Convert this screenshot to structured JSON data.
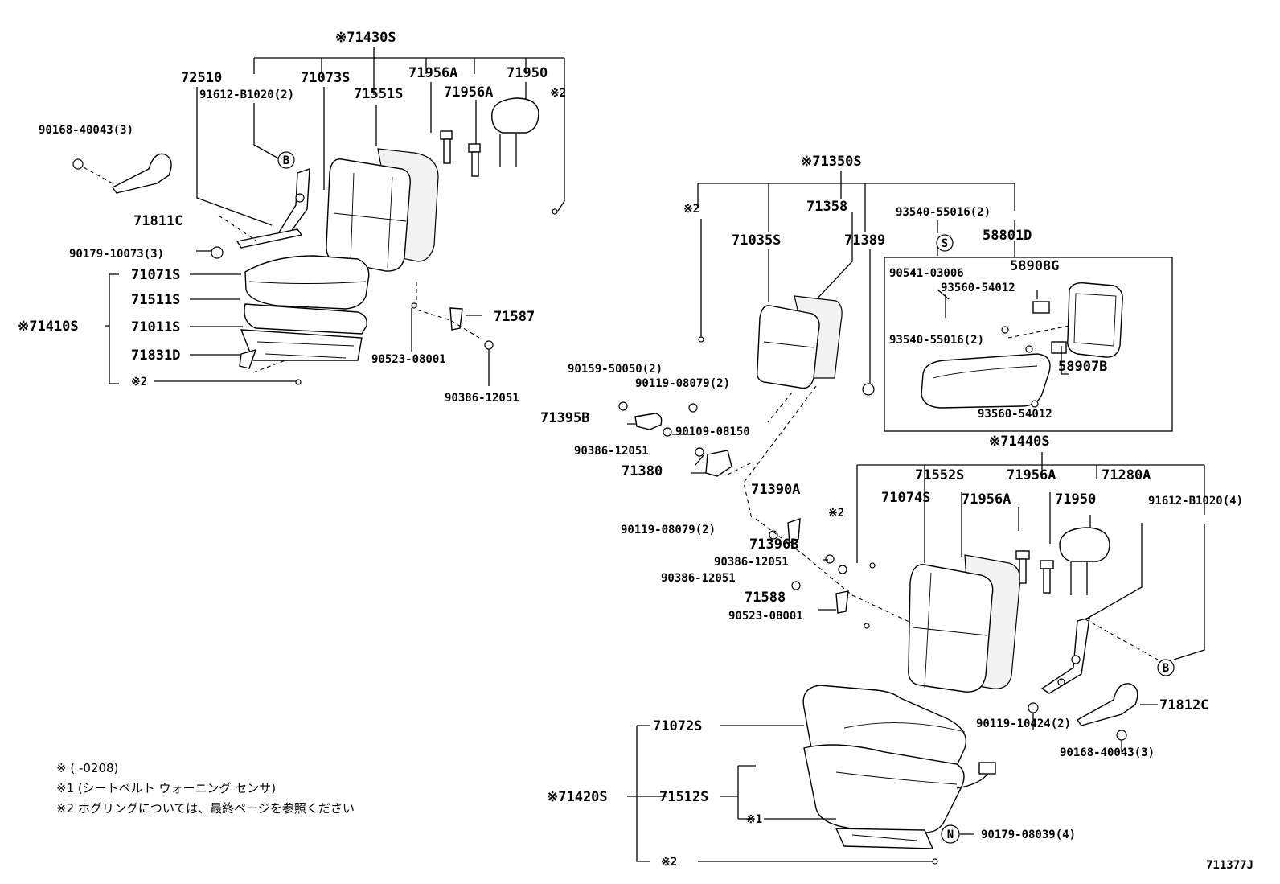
{
  "diagram": {
    "labels": [
      {
        "id": "l1",
        "text": "※71430S"
      },
      {
        "id": "l2",
        "text": "72510"
      },
      {
        "id": "l3",
        "text": "71073S"
      },
      {
        "id": "l4",
        "text": "71956A"
      },
      {
        "id": "l5",
        "text": "71950"
      },
      {
        "id": "l6",
        "text": "91612-B1020(2)"
      },
      {
        "id": "l7",
        "text": "71551S"
      },
      {
        "id": "l8",
        "text": "71956A"
      },
      {
        "id": "l9",
        "text": "※2"
      },
      {
        "id": "l10",
        "text": "90168-40043(3)"
      },
      {
        "id": "l11",
        "text": "71811C"
      },
      {
        "id": "l12",
        "text": "90179-10073(3)"
      },
      {
        "id": "l13",
        "text": "71071S"
      },
      {
        "id": "l14",
        "text": "71511S"
      },
      {
        "id": "l15",
        "text": "※71410S"
      },
      {
        "id": "l16",
        "text": "71011S"
      },
      {
        "id": "l17",
        "text": "71831D"
      },
      {
        "id": "l18",
        "text": "※2"
      },
      {
        "id": "l19",
        "text": "71587"
      },
      {
        "id": "l20",
        "text": "90523-08001"
      },
      {
        "id": "l21",
        "text": "90386-12051"
      },
      {
        "id": "l22",
        "text": "※71350S"
      },
      {
        "id": "l23",
        "text": "※2"
      },
      {
        "id": "l24",
        "text": "71358"
      },
      {
        "id": "l25",
        "text": "93540-55016(2)"
      },
      {
        "id": "l26",
        "text": "71035S"
      },
      {
        "id": "l27",
        "text": "71389"
      },
      {
        "id": "l28",
        "text": "58801D"
      },
      {
        "id": "l29",
        "text": "90541-03006"
      },
      {
        "id": "l30",
        "text": "58908G"
      },
      {
        "id": "l31",
        "text": "93560-54012"
      },
      {
        "id": "l32",
        "text": "93540-55016(2)"
      },
      {
        "id": "l33",
        "text": "58907B"
      },
      {
        "id": "l34",
        "text": "93560-54012"
      },
      {
        "id": "l35",
        "text": "90159-50050(2)"
      },
      {
        "id": "l36",
        "text": "90119-08079(2)"
      },
      {
        "id": "l37",
        "text": "71395B"
      },
      {
        "id": "l38",
        "text": "90109-08150"
      },
      {
        "id": "l39",
        "text": "90386-12051"
      },
      {
        "id": "l40",
        "text": "71380"
      },
      {
        "id": "l41",
        "text": "※71440S"
      },
      {
        "id": "l42",
        "text": "71552S"
      },
      {
        "id": "l43",
        "text": "71956A"
      },
      {
        "id": "l44",
        "text": "71280A"
      },
      {
        "id": "l45",
        "text": "71390A"
      },
      {
        "id": "l46",
        "text": "※2"
      },
      {
        "id": "l47",
        "text": "71074S"
      },
      {
        "id": "l48",
        "text": "71956A"
      },
      {
        "id": "l49",
        "text": "71950"
      },
      {
        "id": "l50",
        "text": "91612-B1020(4)"
      },
      {
        "id": "l51",
        "text": "90119-08079(2)"
      },
      {
        "id": "l52",
        "text": "71396B"
      },
      {
        "id": "l53",
        "text": "90386-12051"
      },
      {
        "id": "l54",
        "text": "90386-12051"
      },
      {
        "id": "l55",
        "text": "71588"
      },
      {
        "id": "l56",
        "text": "90523-08001"
      },
      {
        "id": "l57",
        "text": "71812C"
      },
      {
        "id": "l58",
        "text": "90119-10424(2)"
      },
      {
        "id": "l59",
        "text": "90168-40043(3)"
      },
      {
        "id": "l60",
        "text": "71072S"
      },
      {
        "id": "l61",
        "text": "※71420S"
      },
      {
        "id": "l62",
        "text": "71512S"
      },
      {
        "id": "l63",
        "text": "※1"
      },
      {
        "id": "l64",
        "text": "90179-08039(4)"
      },
      {
        "id": "l65",
        "text": "※2"
      },
      {
        "id": "l66",
        "text": "711377J"
      }
    ],
    "markers": [
      {
        "id": "mB1",
        "text": "B"
      },
      {
        "id": "mS",
        "text": "S"
      },
      {
        "id": "mB2",
        "text": "B"
      },
      {
        "id": "mN",
        "text": "N"
      }
    ],
    "notes": [
      "※  (   -0208)",
      "※1 (シートベルト ウォーニング センサ)",
      "※2 ホグリングについては、最終ページを参照ください"
    ]
  }
}
